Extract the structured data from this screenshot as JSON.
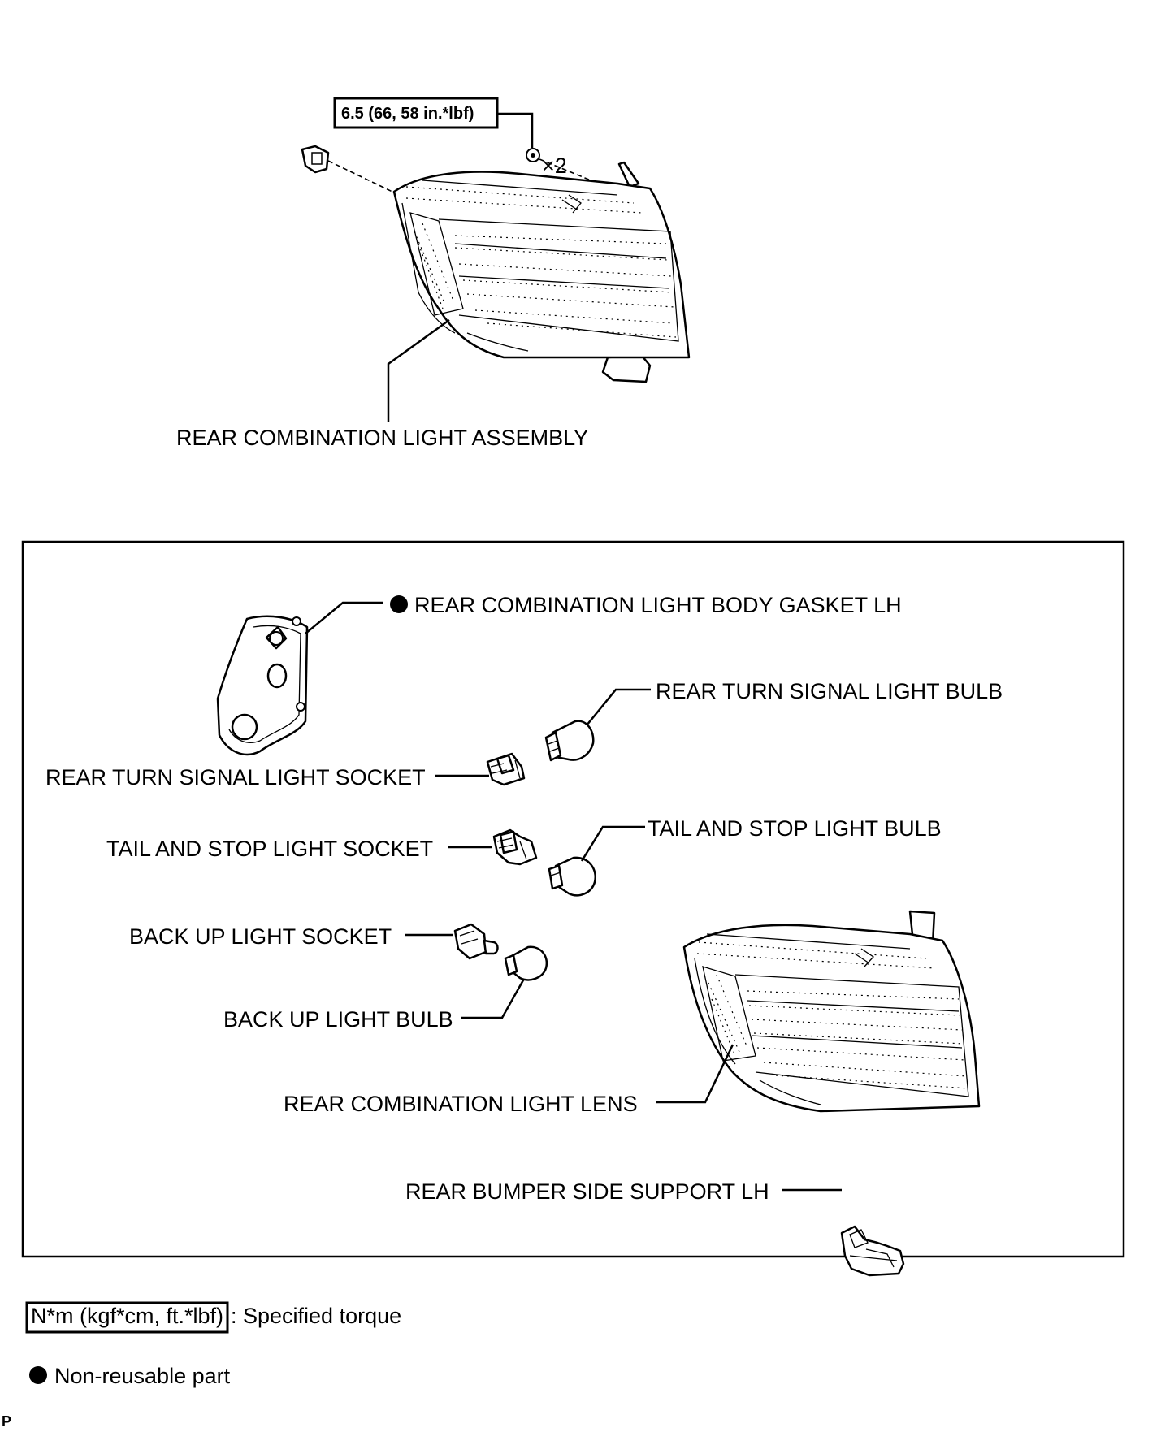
{
  "torque_spec": "6.5 (66, 58 in.*lbf)",
  "nut_quantity": "×2",
  "labels": {
    "assembly": "REAR COMBINATION LIGHT ASSEMBLY",
    "gasket": "REAR COMBINATION LIGHT BODY GASKET LH",
    "turn_bulb": "REAR TURN SIGNAL LIGHT BULB",
    "turn_socket": "REAR TURN SIGNAL LIGHT SOCKET",
    "tail_socket": "TAIL AND STOP LIGHT SOCKET",
    "tail_bulb": "TAIL AND STOP LIGHT BULB",
    "backup_socket": "BACK UP LIGHT SOCKET",
    "backup_bulb": "BACK UP LIGHT BULB",
    "lens": "REAR COMBINATION LIGHT LENS",
    "bumper_support": "REAR BUMPER SIDE SUPPORT LH"
  },
  "legend": {
    "torque_box": "N*m (kgf*cm, ft.*lbf)",
    "torque_text": ": Specified torque",
    "nonreusable_text": "Non-reusable part"
  },
  "corner_mark": "P",
  "icons": [
    "non-reusable-dot-icon",
    "nut-icon",
    "clip-icon"
  ]
}
